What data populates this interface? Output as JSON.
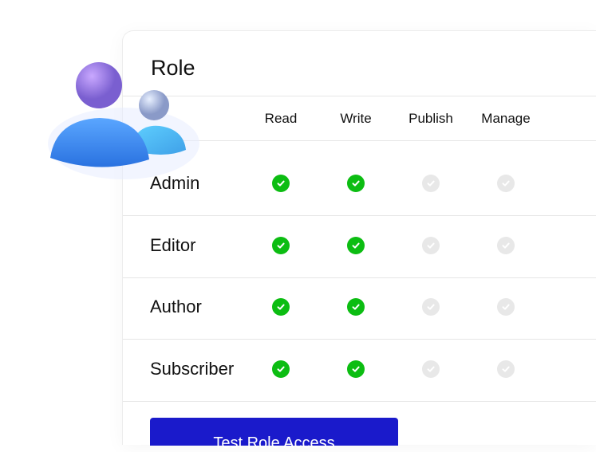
{
  "title": "Role",
  "columns": [
    "Read",
    "Write",
    "Publish",
    "Manage"
  ],
  "rows": [
    {
      "label": "Admin",
      "perms": [
        true,
        true,
        false,
        false
      ]
    },
    {
      "label": "Editor",
      "perms": [
        true,
        true,
        false,
        false
      ]
    },
    {
      "label": "Author",
      "perms": [
        true,
        true,
        false,
        false
      ]
    },
    {
      "label": "Subscriber",
      "perms": [
        true,
        true,
        false,
        false
      ]
    }
  ],
  "button_label": "Test Role Access",
  "colors": {
    "granted": "#0cbd12",
    "denied": "#e8e8e8",
    "button": "#1a1acb"
  }
}
